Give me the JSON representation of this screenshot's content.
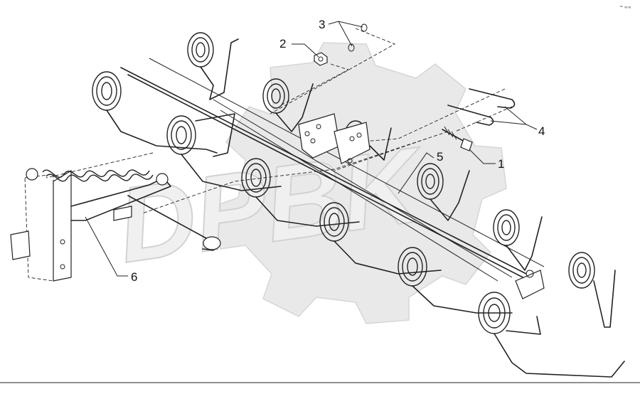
{
  "drawing": {
    "corner_tag": "ꟹ ∞∞",
    "watermark_text": "DPBK",
    "callouts": [
      {
        "id": "1",
        "label": "1"
      },
      {
        "id": "2",
        "label": "2"
      },
      {
        "id": "3",
        "label": "3"
      },
      {
        "id": "4",
        "label": "4"
      },
      {
        "id": "5",
        "label": "5"
      },
      {
        "id": "6",
        "label": "6"
      }
    ]
  }
}
